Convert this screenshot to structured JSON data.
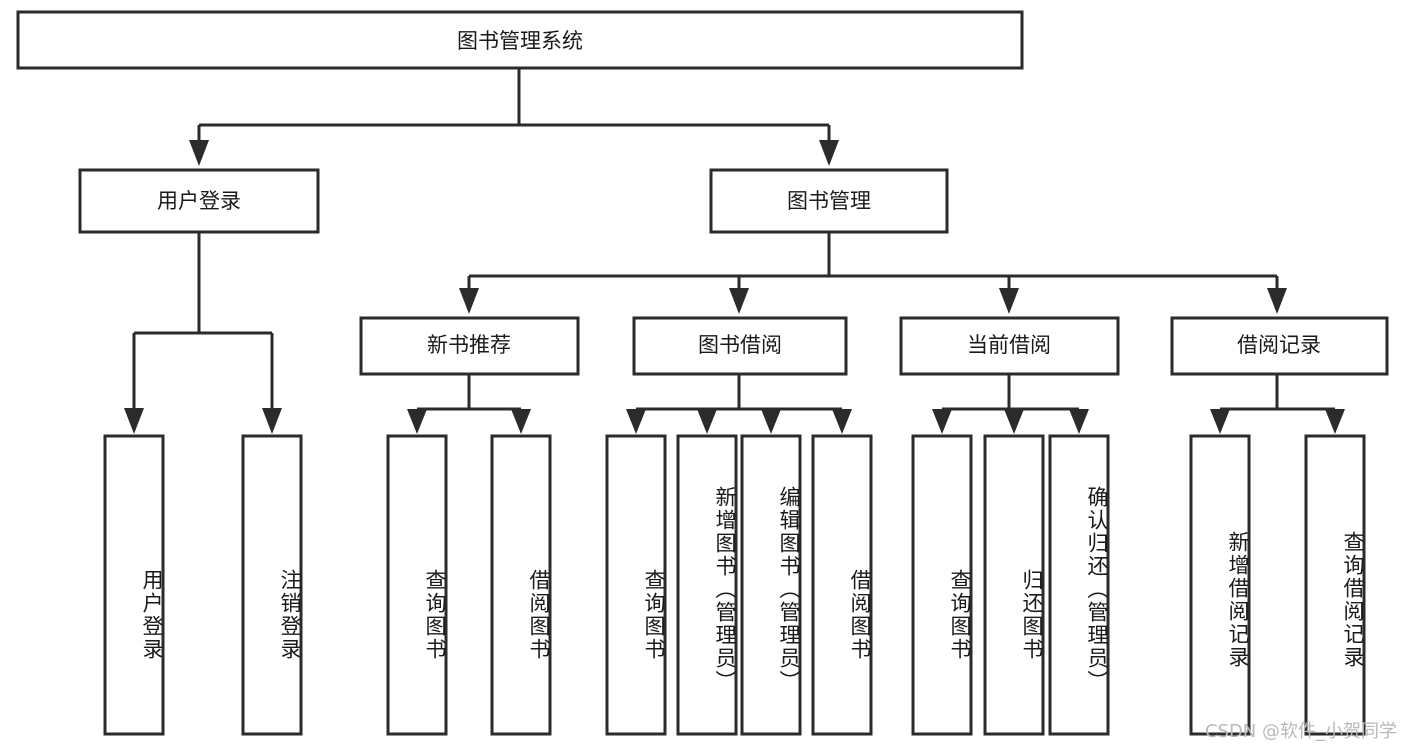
{
  "diagram": {
    "type": "tree",
    "title": "图书管理系统",
    "watermark": "CSDN @软件_小贺同学",
    "colors": {
      "background": "#ffffff",
      "box_stroke": "#2b2b2b",
      "box_fill": "#ffffff",
      "text": "#1a1a1a",
      "watermark": "#b9b9b9"
    },
    "root": {
      "label": "图书管理系统"
    },
    "level2": [
      {
        "label": "用户登录"
      },
      {
        "label": "图书管理"
      }
    ],
    "level3": [
      {
        "label": "新书推荐"
      },
      {
        "label": "图书借阅"
      },
      {
        "label": "当前借阅"
      },
      {
        "label": "借阅记录"
      }
    ],
    "leaves": {
      "user_login": [
        {
          "label": "用户登录"
        },
        {
          "label": "注销登录"
        }
      ],
      "new_book_recommend": [
        {
          "label": "查询图书"
        },
        {
          "label": "借阅图书"
        }
      ],
      "book_borrow": [
        {
          "label": "查询图书"
        },
        {
          "label": "新增图书（管理员）"
        },
        {
          "label": "编辑图书（管理员）"
        },
        {
          "label": "借阅图书"
        }
      ],
      "current_borrow": [
        {
          "label": "查询图书"
        },
        {
          "label": "归还图书"
        },
        {
          "label": "确认归还（管理员）"
        }
      ],
      "borrow_record": [
        {
          "label": "新增借阅记录"
        },
        {
          "label": "查询借阅记录"
        }
      ]
    }
  }
}
